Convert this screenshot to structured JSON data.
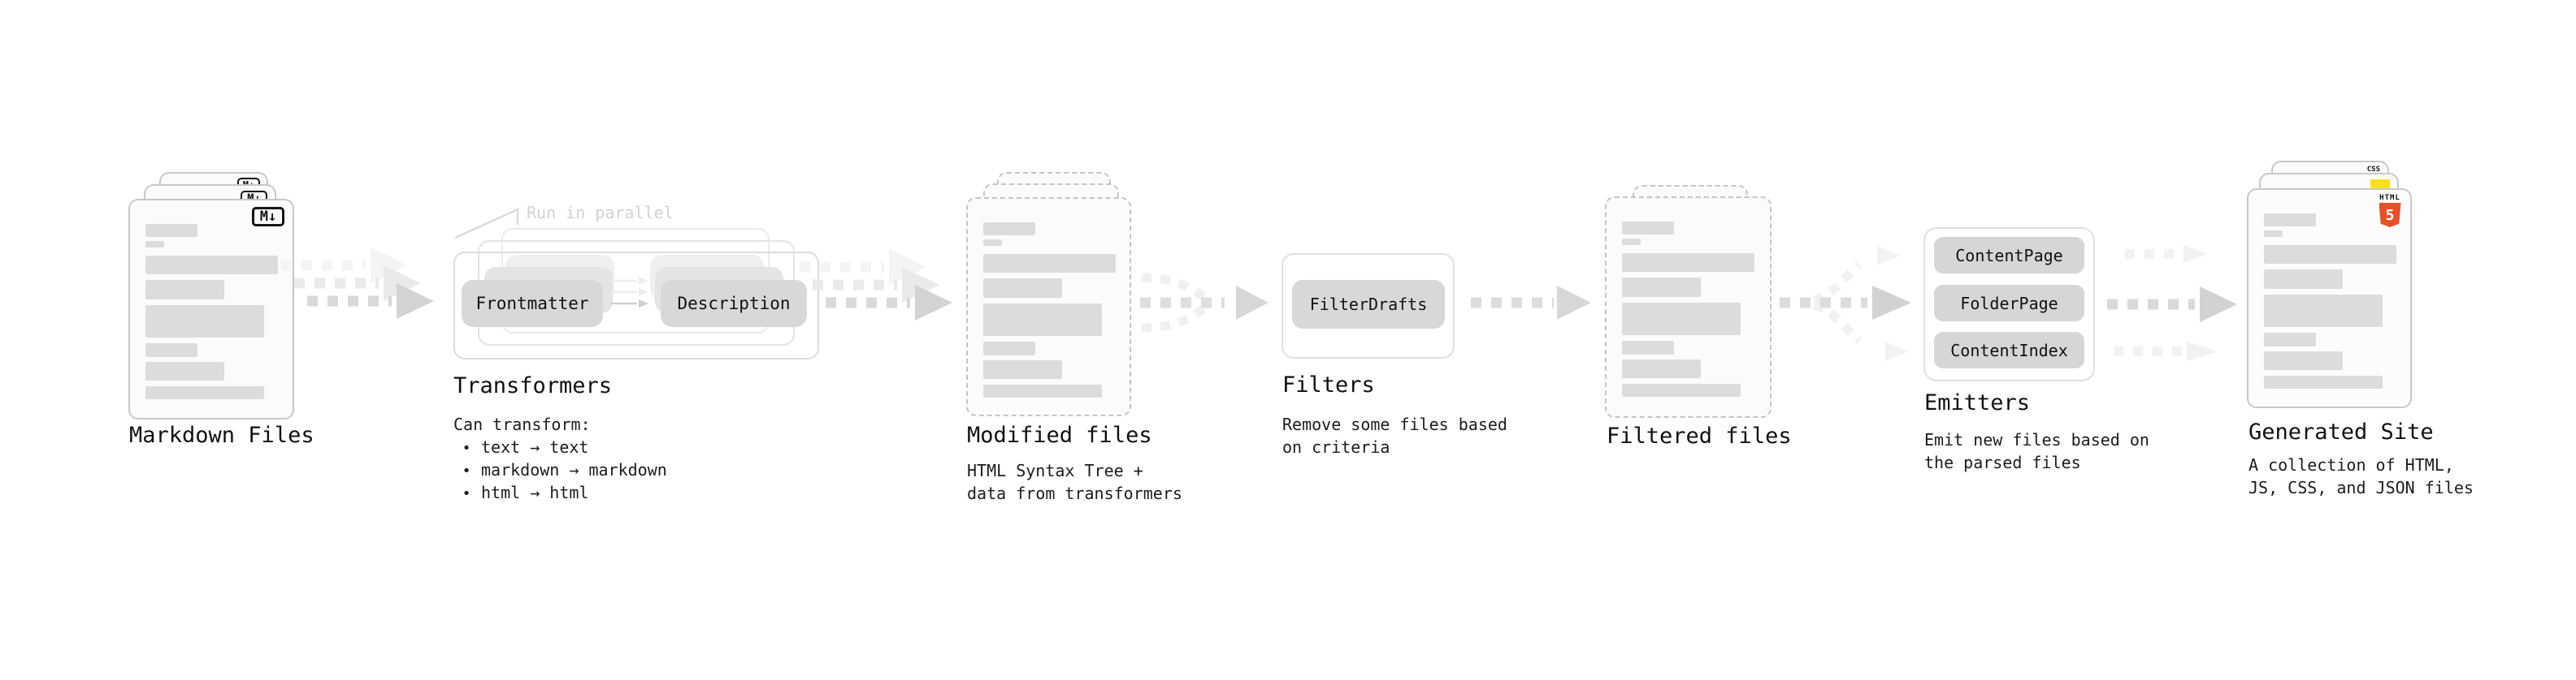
{
  "stages": {
    "markdown_files": {
      "label": "Markdown Files",
      "badge": "M↓"
    },
    "transformers": {
      "label": "Transformers",
      "annotation": "Run in parallel",
      "buttons": [
        "Frontmatter",
        "Description"
      ],
      "description_title": "Can transform:",
      "bullets": [
        "text → text",
        "markdown → markdown",
        "html → html"
      ]
    },
    "modified_files": {
      "label": "Modified files",
      "description": [
        "HTML Syntax Tree +",
        "data from transformers"
      ]
    },
    "filters": {
      "label": "Filters",
      "buttons": [
        "FilterDrafts"
      ],
      "description": [
        "Remove some files based",
        "on criteria"
      ]
    },
    "filtered_files": {
      "label": "Filtered files"
    },
    "emitters": {
      "label": "Emitters",
      "buttons": [
        "ContentPage",
        "FolderPage",
        "ContentIndex"
      ],
      "description": [
        "Emit new files based on",
        "the parsed files"
      ]
    },
    "generated_site": {
      "label": "Generated Site",
      "description": [
        "A collection of HTML,",
        "JS, CSS, and JSON files"
      ],
      "badges": {
        "html": "HTML",
        "html_number": "5",
        "css": "CSS"
      }
    }
  },
  "glyphs": {
    "bullet": "•"
  },
  "colors": {
    "html5_orange": "#e8502a",
    "js_yellow": "#ffdf1e",
    "css_blue": "#2d6ff2",
    "card_border": "#c8c8c8",
    "button_bg": "#d8d8d8",
    "arrow_gray": "#d6d6d6",
    "note_gray": "#d2d2d2"
  }
}
